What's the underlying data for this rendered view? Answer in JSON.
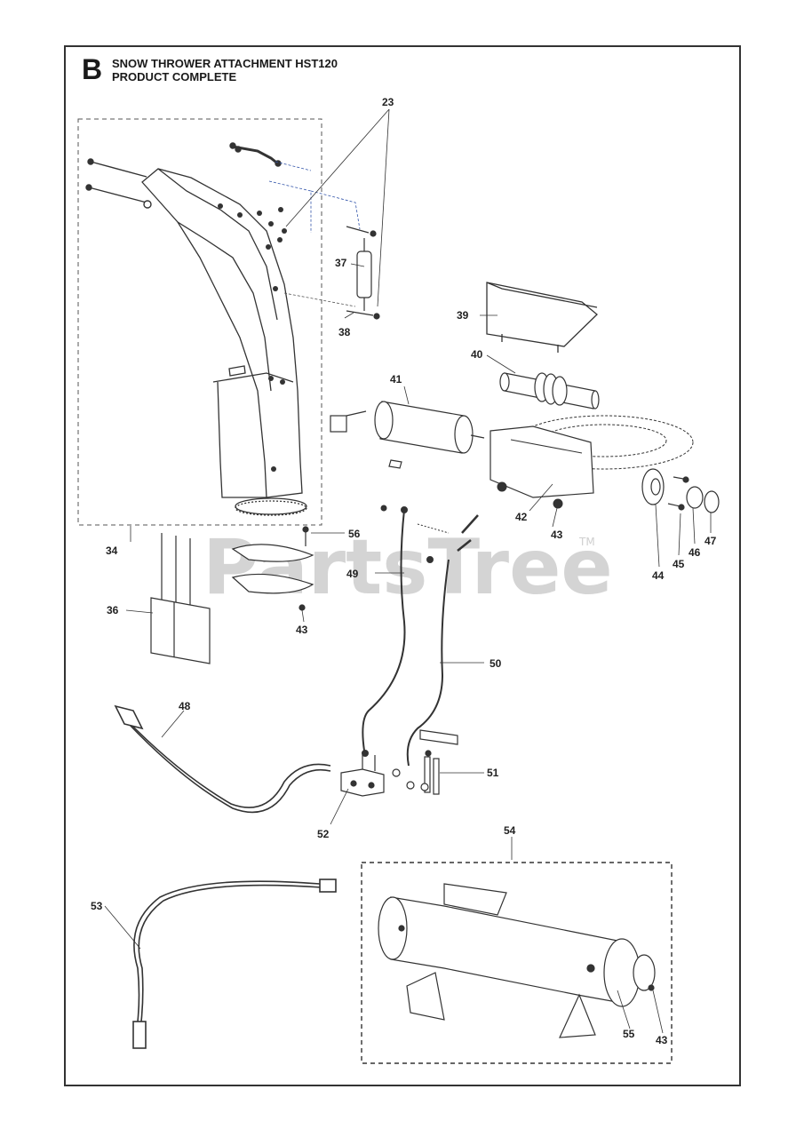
{
  "header": {
    "section_letter": "B",
    "title_line1": "SNOW THROWER ATTACHMENT HST120",
    "title_line2": "PRODUCT COMPLETE"
  },
  "watermark": {
    "text": "PartsTree",
    "tm": "TM"
  },
  "callouts": {
    "c23": "23",
    "c34": "34",
    "c36": "36",
    "c37": "37",
    "c38": "38",
    "c39": "39",
    "c40": "40",
    "c41": "41",
    "c42": "42",
    "c43a": "43",
    "c43b": "43",
    "c43c": "43",
    "c44": "44",
    "c45": "45",
    "c46": "46",
    "c47": "47",
    "c48": "48",
    "c49": "49",
    "c50": "50",
    "c51": "51",
    "c52": "52",
    "c53": "53",
    "c54": "54",
    "c55": "55",
    "c56": "56"
  }
}
